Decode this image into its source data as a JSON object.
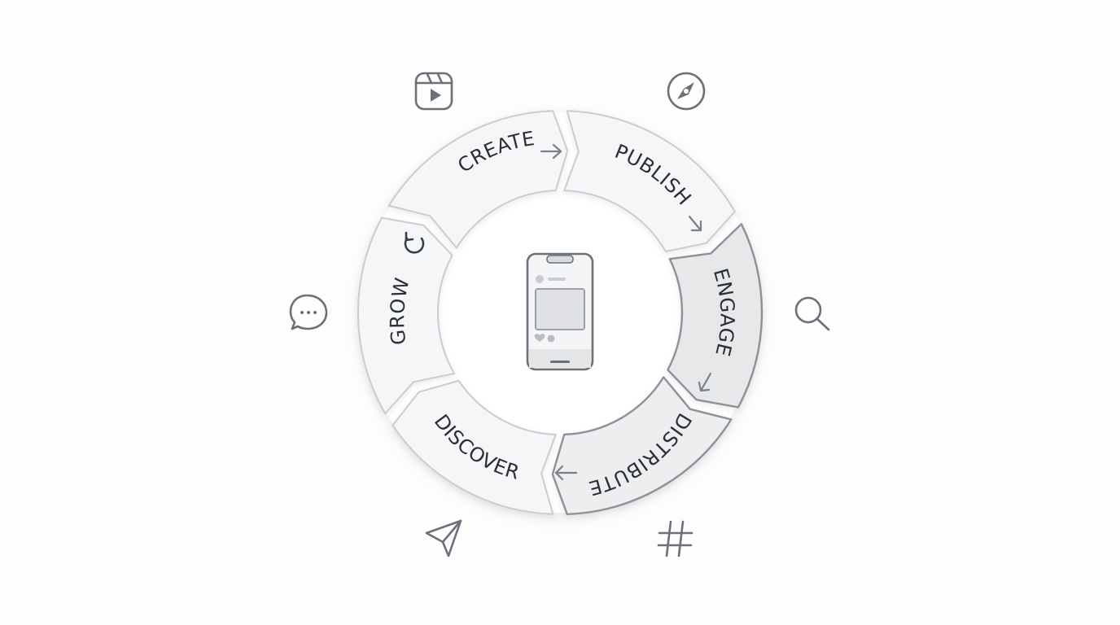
{
  "cycle": {
    "segments": [
      {
        "id": "create",
        "label": "CREATE"
      },
      {
        "id": "publish",
        "label": "PUBLISH"
      },
      {
        "id": "engage",
        "label": "ENGAGE"
      },
      {
        "id": "distribute",
        "label": "DISTRIBUTE"
      },
      {
        "id": "discover",
        "label": "DISCOVER"
      },
      {
        "id": "grow",
        "label": "GROW"
      }
    ]
  },
  "icons": {
    "top_left": "reels-video-icon",
    "top_right": "compass-icon",
    "right": "search-icon",
    "bottom_right": "hashtag-icon",
    "bottom_left": "send-icon",
    "left": "chat-bubble-icon",
    "center": "smartphone-feed-icon",
    "grow_marker": "refresh-icon"
  },
  "colors": {
    "segment_light": "#f5f6f7",
    "segment_mid": "#eceeef",
    "segment_dark": "#e6e8ea",
    "outline": "#c9cdd1",
    "outline_dark": "#8d9298",
    "icon": "#6b7178",
    "text": "#2b2f34"
  }
}
